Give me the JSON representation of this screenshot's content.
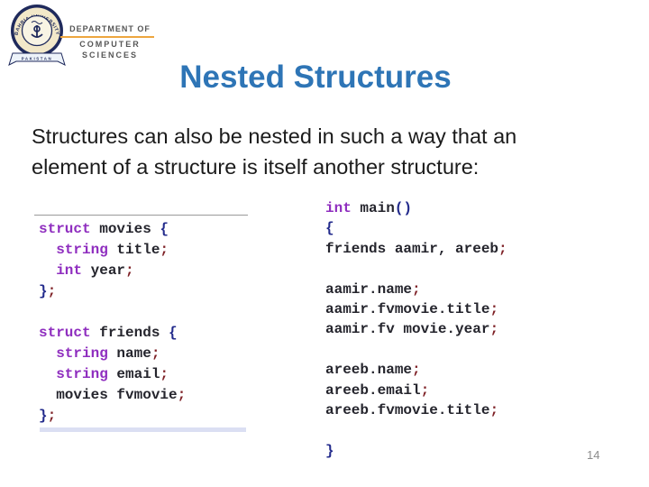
{
  "slide": {
    "title": "Nested Structures",
    "body_lines": [
      "Structures can also be nested in such a way that an",
      "element of a structure is itself another structure:"
    ],
    "page_number": "14"
  },
  "logo": {
    "university_name": "BAHRIA UNIVERSITY",
    "banner_text": "PAKISTAN",
    "department_line1": "DEPARTMENT OF",
    "department_line2": "COMPUTER",
    "department_line3": "SCIENCES"
  },
  "colors": {
    "title": "#2E75B6",
    "keyword": "#8F2EBF",
    "plain": "#25252D",
    "brace": "#232B8C",
    "semicolon": "#7D1F24",
    "underline": "#EDA63F",
    "navy": "#1F2A5C"
  },
  "code_left": {
    "lines": [
      [
        {
          "t": "k",
          "s": "struct"
        },
        {
          "t": "p",
          "s": " movies "
        },
        {
          "t": "b",
          "s": "{"
        }
      ],
      [
        {
          "t": "p",
          "s": "  "
        },
        {
          "t": "k",
          "s": "string"
        },
        {
          "t": "p",
          "s": " title"
        },
        {
          "t": "s",
          "s": ";"
        }
      ],
      [
        {
          "t": "p",
          "s": "  "
        },
        {
          "t": "k",
          "s": "int"
        },
        {
          "t": "p",
          "s": " year"
        },
        {
          "t": "s",
          "s": ";"
        }
      ],
      [
        {
          "t": "b",
          "s": "}"
        },
        {
          "t": "s",
          "s": ";"
        }
      ],
      [],
      [
        {
          "t": "k",
          "s": "struct"
        },
        {
          "t": "p",
          "s": " friends "
        },
        {
          "t": "b",
          "s": "{"
        }
      ],
      [
        {
          "t": "p",
          "s": "  "
        },
        {
          "t": "k",
          "s": "string"
        },
        {
          "t": "p",
          "s": " name"
        },
        {
          "t": "s",
          "s": ";"
        }
      ],
      [
        {
          "t": "p",
          "s": "  "
        },
        {
          "t": "k",
          "s": "string"
        },
        {
          "t": "p",
          "s": " email"
        },
        {
          "t": "s",
          "s": ";"
        }
      ],
      [
        {
          "t": "p",
          "s": "  movies fvmovie"
        },
        {
          "t": "s",
          "s": ";"
        }
      ],
      [
        {
          "t": "b",
          "s": "}"
        },
        {
          "t": "s",
          "s": ";"
        }
      ]
    ]
  },
  "code_right": {
    "lines": [
      [
        {
          "t": "k",
          "s": "int"
        },
        {
          "t": "p",
          "s": " main"
        },
        {
          "t": "b",
          "s": "()"
        }
      ],
      [
        {
          "t": "b",
          "s": "{"
        }
      ],
      [
        {
          "t": "p",
          "s": "friends aamir, areeb"
        },
        {
          "t": "s",
          "s": ";"
        }
      ],
      [],
      [
        {
          "t": "p",
          "s": "aamir.name"
        },
        {
          "t": "s",
          "s": ";"
        }
      ],
      [
        {
          "t": "p",
          "s": "aamir.fvmovie.title"
        },
        {
          "t": "s",
          "s": ";"
        }
      ],
      [
        {
          "t": "p",
          "s": "aamir.fv movie.year"
        },
        {
          "t": "s",
          "s": ";"
        }
      ],
      [],
      [
        {
          "t": "p",
          "s": "areeb.name"
        },
        {
          "t": "s",
          "s": ";"
        }
      ],
      [
        {
          "t": "p",
          "s": "areeb.email"
        },
        {
          "t": "s",
          "s": ";"
        }
      ],
      [
        {
          "t": "p",
          "s": "areeb.fvmovie.title"
        },
        {
          "t": "s",
          "s": ";"
        }
      ],
      [],
      [
        {
          "t": "b",
          "s": "}"
        }
      ]
    ]
  }
}
